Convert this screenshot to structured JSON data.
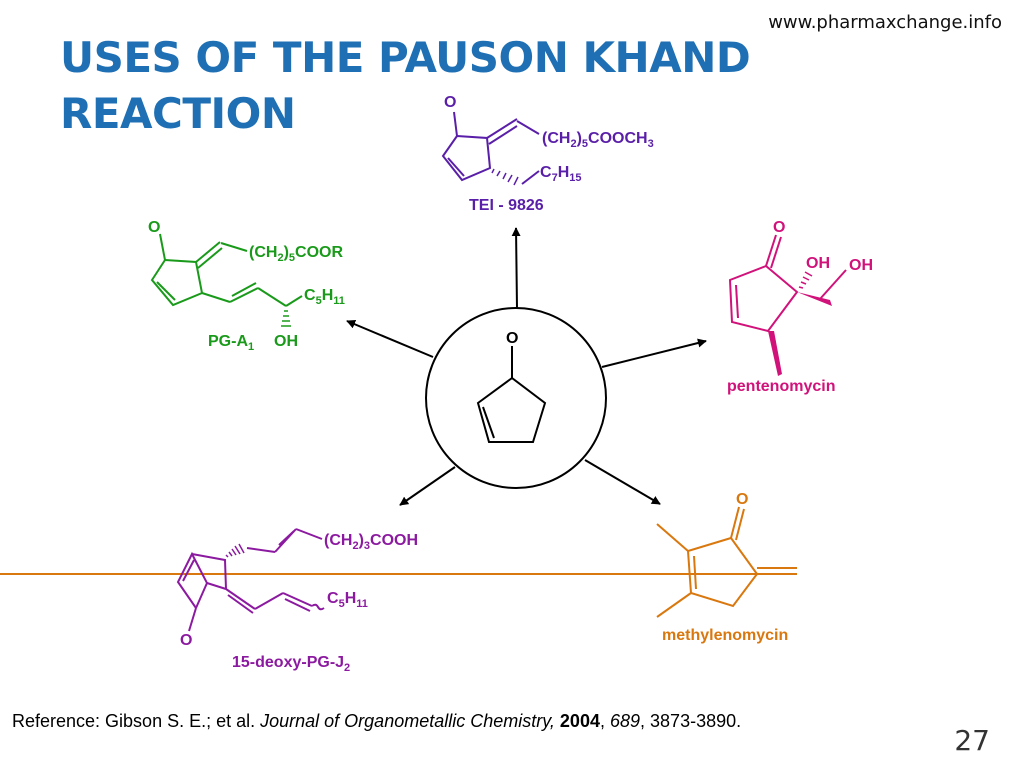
{
  "site_url": "www.pharmaxchange.info",
  "title": {
    "line1": "USES OF THE PAUSON KHAND",
    "line2": "REACTION"
  },
  "colors": {
    "title": "#1e6fb3",
    "tei": "#5a1fa8",
    "pga": "#1a9a1a",
    "penten": "#d0127a",
    "methyl": "#d9780f",
    "deoxy": "#8c1aa0"
  },
  "center": {
    "o_label": "O"
  },
  "tei": {
    "o_label": "O",
    "chain_prefix": "(CH",
    "chain_sub1": "2",
    "chain_mid": ")",
    "chain_sub2": "5",
    "chain_suffix": "COOCH",
    "chain_sub3": "3",
    "alkyl_c": "C",
    "alkyl_sub1": "7",
    "alkyl_h": "H",
    "alkyl_sub2": "15",
    "name": "TEI - 9826"
  },
  "pga": {
    "o_label": "O",
    "chain_prefix": "(CH",
    "chain_sub1": "2",
    "chain_mid": ")",
    "chain_sub2": "5",
    "chain_suffix": "COOR",
    "alkyl_c": "C",
    "alkyl_sub1": "5",
    "alkyl_h": "H",
    "alkyl_sub2": "11",
    "name": "PG-A",
    "name_sub": "1",
    "oh_label": "OH"
  },
  "pentenomycin": {
    "o_label": "O",
    "oh1_label": "OH",
    "oh2_label": "OH",
    "name": "pentenomycin"
  },
  "methylenomycin": {
    "o_label": "O",
    "name": "methylenomycin"
  },
  "deoxy": {
    "o_label": "O",
    "chain_prefix": "(CH",
    "chain_sub1": "2",
    "chain_mid": ")",
    "chain_sub2": "3",
    "chain_suffix": "COOH",
    "alkyl_c": "C",
    "alkyl_sub1": "5",
    "alkyl_h": "H",
    "alkyl_sub2": "11",
    "name": "15-deoxy-PG-J",
    "name_sub": "2"
  },
  "reference": {
    "prefix": "Reference: Gibson S. E.; et al. ",
    "journal": "Journal of Organometallic Chemistry,",
    "year": "2004",
    "volume": "689",
    "pages": ", 3873-3890."
  },
  "page_number": "27"
}
